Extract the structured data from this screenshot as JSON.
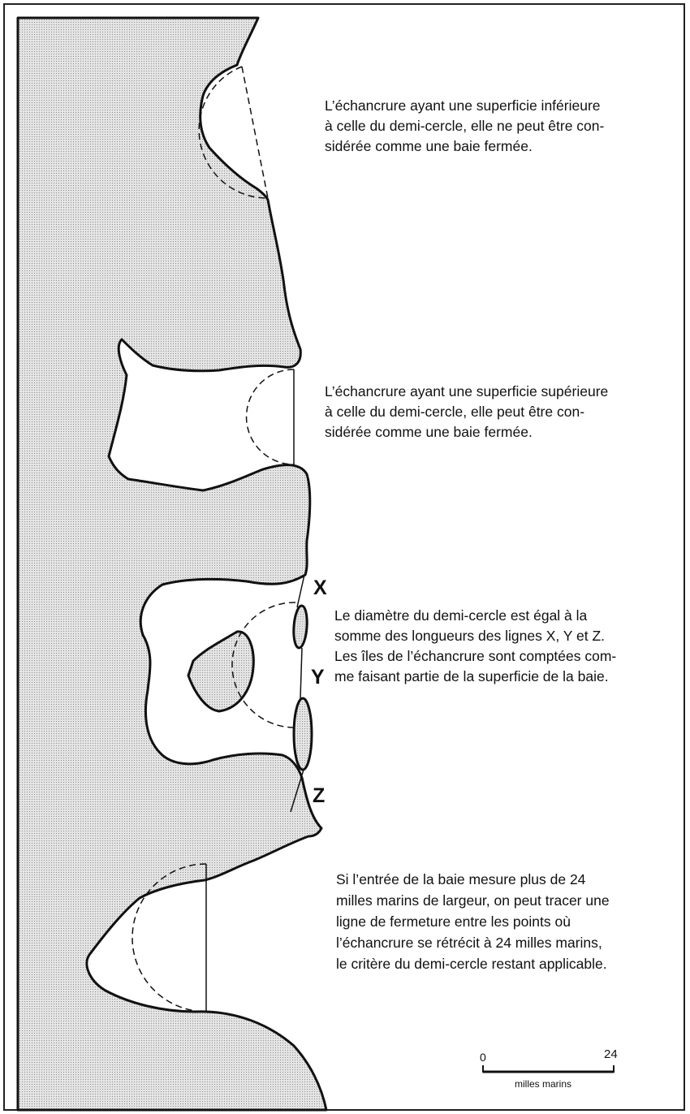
{
  "colors": {
    "land": "#d9d9d9",
    "outline": "#111111"
  },
  "captions": {
    "c1": "L’échancrure ayant une superficie inférieure\nà celle du demi-cercle, elle ne peut être con-\nsidérée comme une baie fermée.",
    "c2": "L’échancrure ayant une superficie supérieure\nà celle du demi-cercle, elle peut être con-\nsidérée comme une baie fermée.",
    "c3": "Le diamètre du demi-cercle est égal à la\nsomme des longueurs des lignes X, Y et Z.\nLes îles de l’échancrure sont comptées com-\nme faisant partie de la superficie de la baie.",
    "c4": "Si l’entrée de la baie mesure plus de 24\nmilles marins de largeur, on peut tracer une\nligne de fermeture entre les points où\nl’échancrure se rétrécit à 24 milles marins,\nle critère du demi-cercle restant applicable."
  },
  "labels": {
    "x": "X",
    "y": "Y",
    "z": "Z"
  },
  "scale": {
    "start": "0",
    "end": "24",
    "unit": "milles marins"
  }
}
